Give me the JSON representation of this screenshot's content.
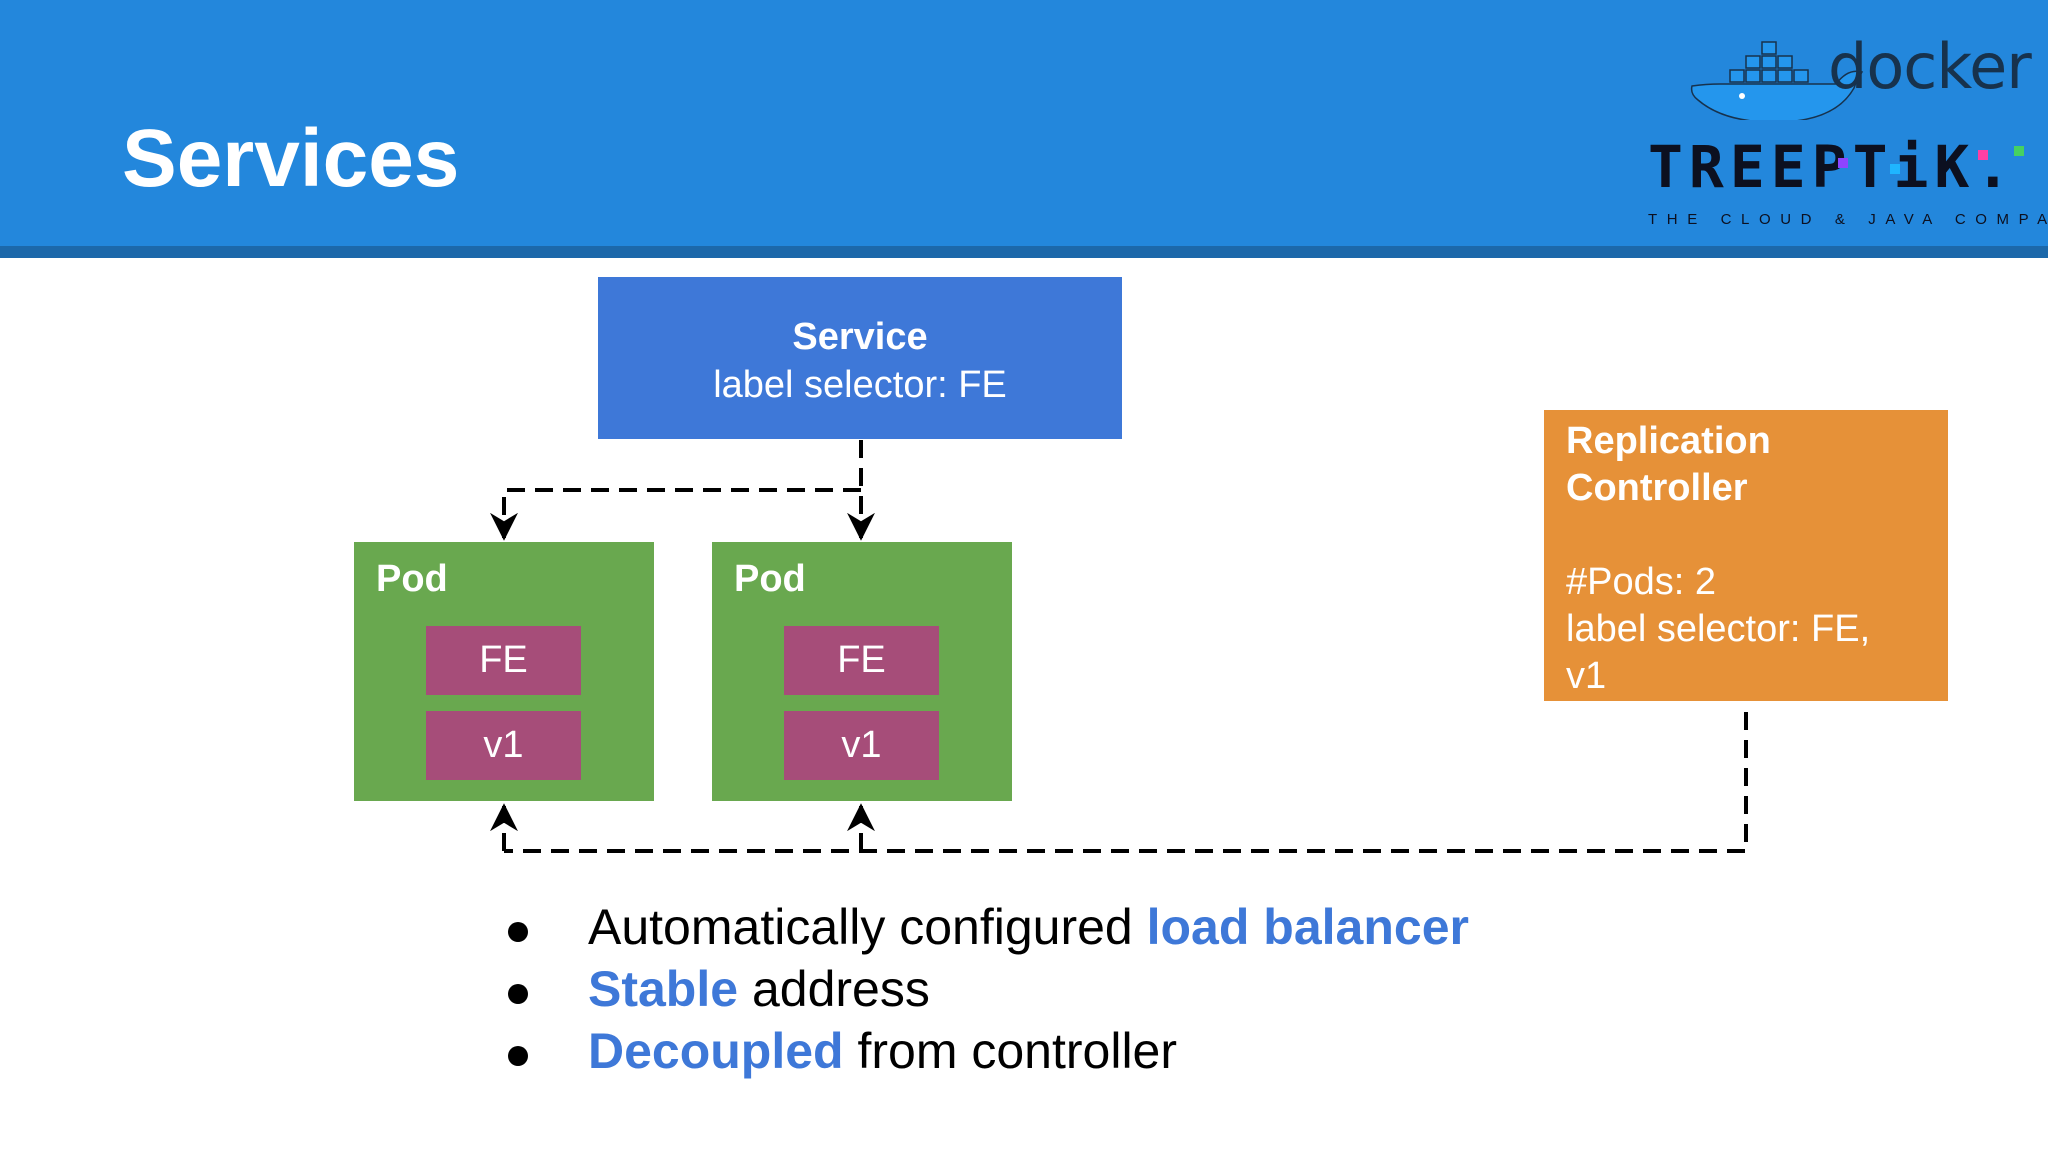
{
  "slide": {
    "title": "Services",
    "colors": {
      "header": "#2387dc",
      "service": "#3e78d8",
      "pod": "#69a84f",
      "tag": "#a64d79",
      "replication_controller": "#e69138",
      "highlight": "#3e78d8"
    }
  },
  "logos": {
    "docker": {
      "text": "docker",
      "icon": "docker-whale-icon"
    },
    "treeptik": {
      "text": "TREEPTiK.",
      "tagline": "THE CLOUD & JAVA COMPANY"
    }
  },
  "diagram": {
    "service": {
      "title": "Service",
      "selector": "label selector: FE"
    },
    "pods": [
      {
        "label": "Pod",
        "tags": [
          "FE",
          "v1"
        ]
      },
      {
        "label": "Pod",
        "tags": [
          "FE",
          "v1"
        ]
      }
    ],
    "replication_controller": {
      "title_line1": "Replication",
      "title_line2": "Controller",
      "count": "#Pods: 2",
      "selector_line1": "label selector: FE,",
      "selector_line2": "v1"
    }
  },
  "bullets": [
    {
      "text": "Automatically configured ",
      "highlight": "load balancer",
      "rest": ""
    },
    {
      "text": "",
      "highlight": "Stable",
      "rest": " address"
    },
    {
      "text": "",
      "highlight": "Decoupled",
      "rest": " from controller"
    }
  ]
}
